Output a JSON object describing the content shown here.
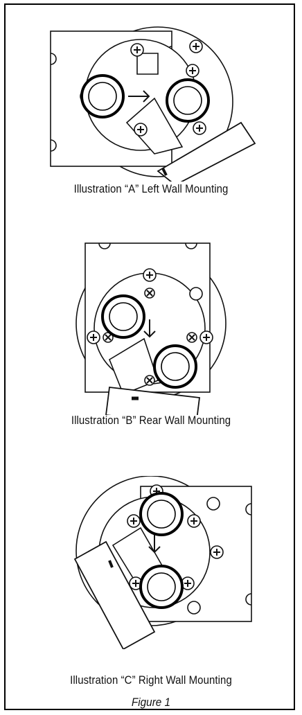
{
  "illustrations": [
    {
      "caption": "Illustration “A” Left Wall Mounting"
    },
    {
      "caption": "Illustration “B” Rear Wall Mounting"
    },
    {
      "caption": "Illustration “C” Right Wall Mounting"
    }
  ],
  "figure_label": "Figure 1"
}
